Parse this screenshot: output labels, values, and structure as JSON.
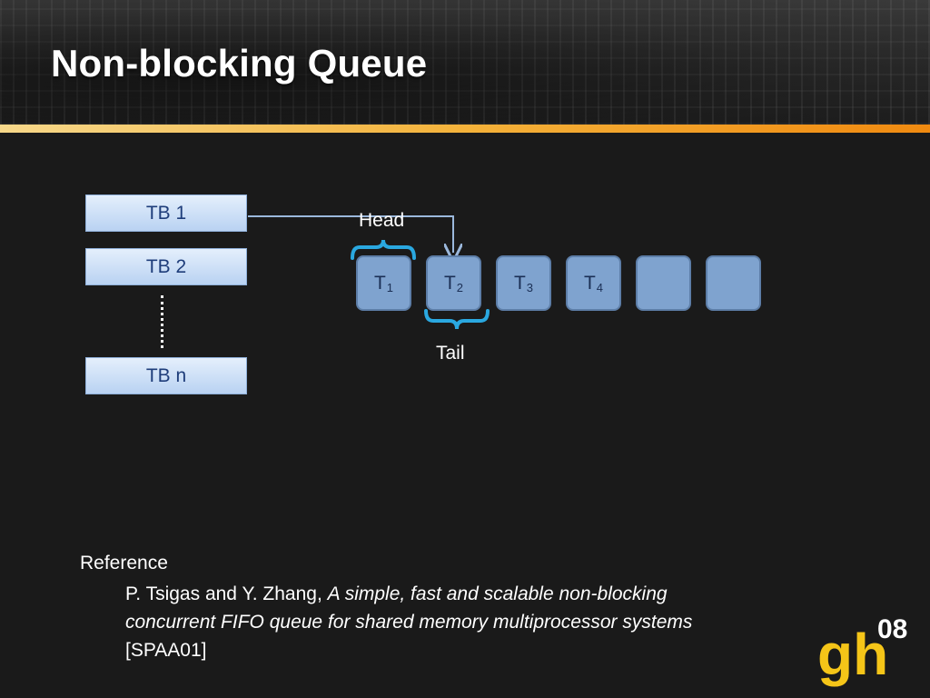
{
  "slide": {
    "title": "Non-blocking Queue"
  },
  "thread_blocks": [
    {
      "label": "TB 1"
    },
    {
      "label": "TB 2"
    },
    {
      "label": "TB n"
    }
  ],
  "queue": {
    "nodes": [
      {
        "label": "T",
        "sub": "1"
      },
      {
        "label": "T",
        "sub": "2"
      },
      {
        "label": "T",
        "sub": "3"
      },
      {
        "label": "T",
        "sub": "4"
      },
      {
        "label": "",
        "sub": ""
      },
      {
        "label": "",
        "sub": ""
      }
    ],
    "head_label": "Head",
    "tail_label": "Tail"
  },
  "reference": {
    "heading": "Reference",
    "authors": "P. Tsigas and Y. Zhang,",
    "title": "A simple, fast and scalable non-blocking concurrent FIFO queue for shared memory multiprocessor systems",
    "venue": "[SPAA01]"
  },
  "logo": {
    "text_main": "gh",
    "text_year": "08"
  },
  "colors": {
    "background": "#1a1a1a",
    "accent_bar": "#f4b23a",
    "tb_fill": "#c9dcf5",
    "node_fill": "#7fa3cf",
    "bracket": "#2aa8e0",
    "arrow": "#9bb8dc",
    "logo_yellow": "#f5c518"
  }
}
